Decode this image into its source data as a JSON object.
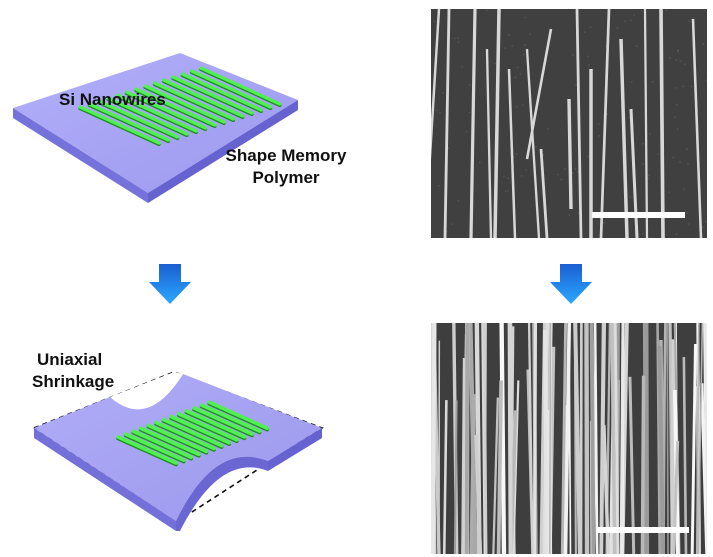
{
  "labels": {
    "si_nanowires": "Si Nanowires",
    "shape_memory_polymer_line1": "Shape Memory",
    "shape_memory_polymer_line2": "Polymer",
    "uniaxial_line1": "Uniaxial",
    "uniaxial_line2": "Shrinkage"
  },
  "colors": {
    "substrate_top": "#a6a3f2",
    "substrate_side": "#6f6bd8",
    "nanowire": "#3fe03f",
    "arrow": "#1f6fe0",
    "sem_background": "#404040"
  },
  "icons": {
    "process_arrow": "down-arrow-icon"
  }
}
